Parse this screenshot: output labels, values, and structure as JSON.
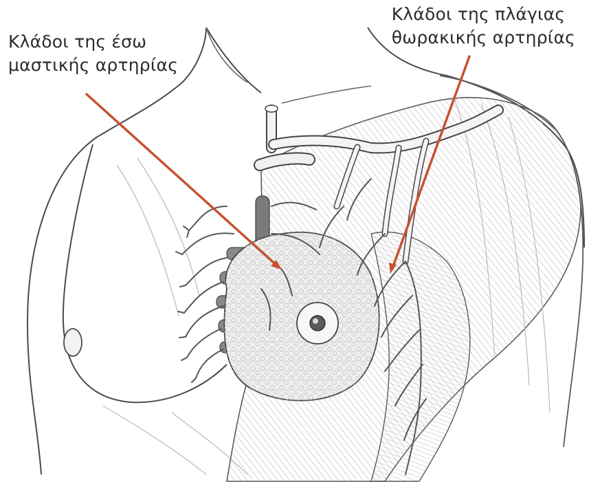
{
  "labels": {
    "internal_mammary": {
      "line1": "Κλάδοι της έσω",
      "line2": "μαστικής αρτηρίας"
    },
    "lateral_thoracic": {
      "line1": "Κλάδοι της πλάγιας",
      "line2": "θωρακικής αρτηρίας"
    }
  },
  "colors": {
    "pointer": "#c8512d",
    "outline": "#4a4a4a",
    "vessel_dark": "#6e6e6e",
    "vessel_light": "#f4f4f4",
    "gland": "#ededed"
  }
}
